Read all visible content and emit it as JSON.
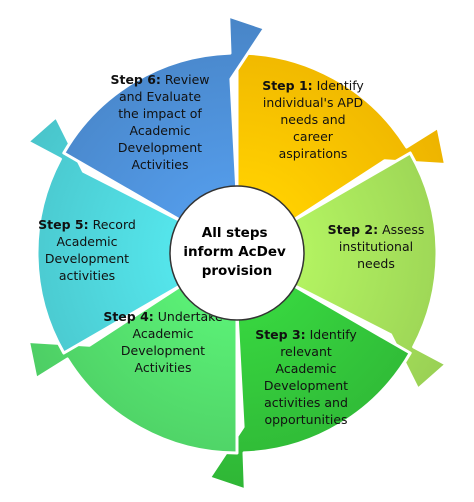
{
  "center": {
    "lines": [
      "All steps",
      "inform AcDev",
      "provision"
    ]
  },
  "steps": [
    {
      "id": "step-1",
      "label": "Step 1:",
      "lines": [
        "Identify",
        "individual's APD",
        "needs and",
        "career",
        "aspirations"
      ],
      "color": "#FFC000"
    },
    {
      "id": "step-2",
      "label": "Step 2:",
      "lines": [
        "Assess",
        "institutional",
        "needs"
      ],
      "color": "#A5E05A"
    },
    {
      "id": "step-3",
      "label": "Step 3:",
      "lines": [
        "Identify",
        "relevant",
        "Academic",
        "Development",
        "activities and",
        "opportunities"
      ],
      "color": "#33C43A"
    },
    {
      "id": "step-4",
      "label": "Step 4:",
      "lines": [
        "Undertake",
        "Academic",
        "Development",
        "Activities"
      ],
      "color": "#53DC6C"
    },
    {
      "id": "step-5",
      "label": "Step 5:",
      "lines": [
        "Record",
        "Academic",
        "Development",
        "activities"
      ],
      "color": "#4ED3D9"
    },
    {
      "id": "step-6",
      "label": "Step 6:",
      "lines": [
        "Review",
        "and Evaluate",
        "the impact of",
        "Academic",
        "Development",
        "Activities"
      ],
      "color": "#4D8FD6"
    }
  ]
}
